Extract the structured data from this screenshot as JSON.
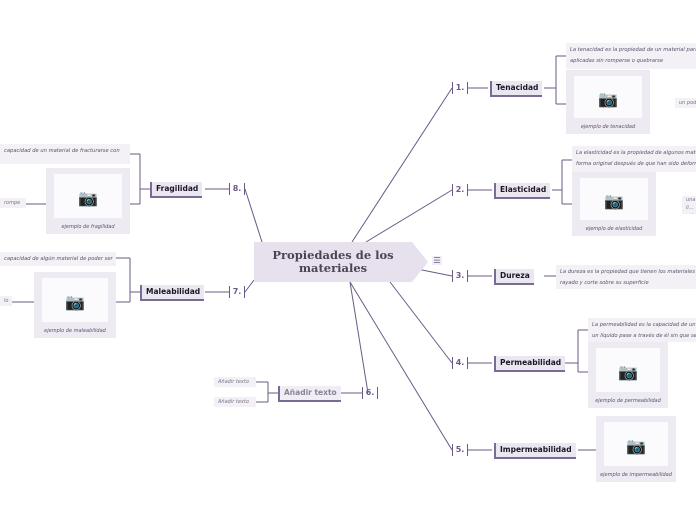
{
  "title": "Propiedades de los materiales",
  "menu_icon": "menu-icon",
  "camera_icon": "camera-icon",
  "branches": [
    {
      "num": "1.",
      "label": "Tenacidad",
      "desc": [
        "La tenacidad es la propiedad de un material para",
        "aplicadas sin romperse o quebrarse"
      ],
      "caption": "ejemplo de tenacidad",
      "extra": "un poder"
    },
    {
      "num": "2.",
      "label": "Elasticidad",
      "desc": [
        "La elasticidad es la propiedad de algunos materi",
        "forma original después de que han sido deformad"
      ],
      "caption": "ejemplo de elasticidad",
      "extra": "una li... origin..."
    },
    {
      "num": "3.",
      "label": "Dureza",
      "desc": [
        "La dureza es la propiedad que tienen los materiales para",
        "rayado y corte sobre su superficie"
      ]
    },
    {
      "num": "4.",
      "label": "Permeabilidad",
      "desc": [
        "La permeabilidad es la capacidad de un m",
        "un líquido pase a través de él sin que se"
      ],
      "caption": "ejemplo de permeabilidad"
    },
    {
      "num": "5.",
      "label": "Impermeabilidad",
      "caption": "ejemplo de impermeabilidad"
    },
    {
      "num": "6.",
      "label": "Añadir texto",
      "children": [
        "Añadir texto",
        "Añadir texto"
      ]
    },
    {
      "num": "7.",
      "label": "Maleabilidad",
      "desc": [
        "capacidad de algún material de poder ser"
      ],
      "caption": "ejemplo de maleabilidad",
      "extra": "lo"
    },
    {
      "num": "8.",
      "label": "Fragilidad",
      "desc": [
        "capacidad de un material de fracturarse con"
      ],
      "caption": "ejemplo de fragilidad",
      "extra": "rompe"
    }
  ]
}
